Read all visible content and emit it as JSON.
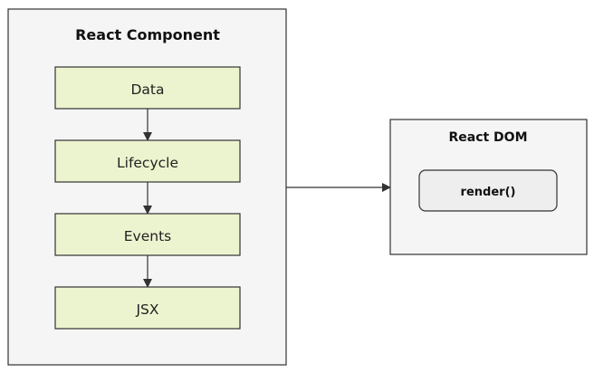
{
  "component": {
    "title": "React Component",
    "nodes": [
      {
        "label": "Data"
      },
      {
        "label": "Lifecycle"
      },
      {
        "label": "Events"
      },
      {
        "label": "JSX"
      }
    ]
  },
  "dom": {
    "title": "React DOM",
    "method": "render()"
  },
  "colors": {
    "panel_fill": "#f5f5f5",
    "panel_stroke": "#333333",
    "node_fill": "#ecf4cf",
    "node_stroke": "#333333",
    "method_fill": "#eeeeee",
    "arrow": "#333333"
  }
}
